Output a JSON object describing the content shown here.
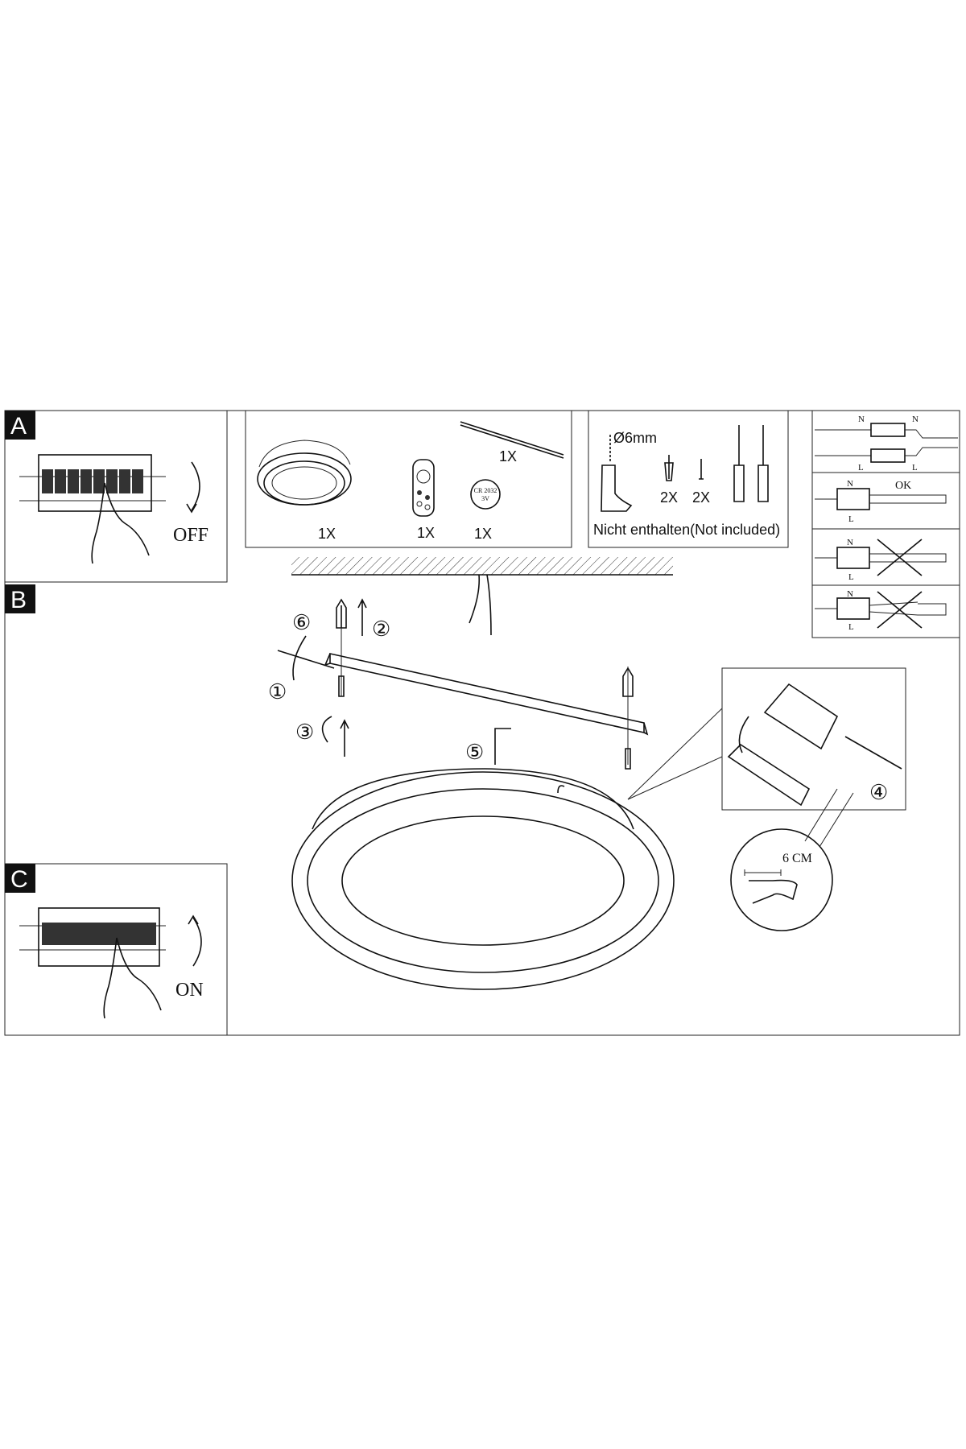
{
  "sections": {
    "a": "A",
    "b": "B",
    "c": "C"
  },
  "step_a": {
    "switch_label": "OFF"
  },
  "step_c": {
    "switch_label": "ON"
  },
  "parts": {
    "lamp_qty": "1X",
    "remote_qty": "1X",
    "battery_qty": "1X",
    "battery_label_1": "CR 2032",
    "battery_label_2": "3V",
    "bracket_qty": "1X"
  },
  "tools": {
    "drill_size": "Ø6mm",
    "anchor_qty": "2X",
    "screw_qty": "2X",
    "note": "Nicht enthalten(Not included)"
  },
  "wiring": {
    "neutral": "N",
    "live": "L",
    "ok": "OK"
  },
  "steps": [
    "①",
    "②",
    "③",
    "④",
    "⑤",
    "⑥"
  ],
  "strip_length": "6 CM"
}
